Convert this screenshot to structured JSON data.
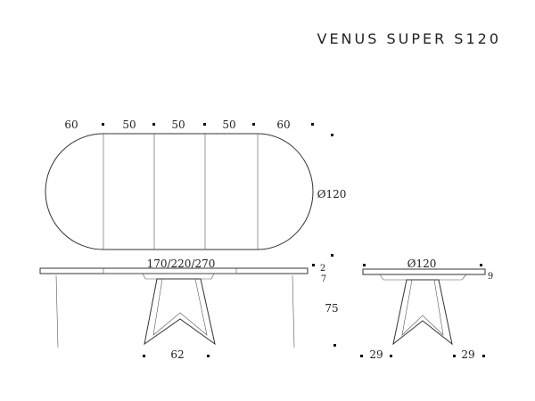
{
  "title": "VENUS SUPER S120",
  "top_view": {
    "segments": [
      "60",
      "50",
      "50",
      "50",
      "60"
    ],
    "diameter": "Ø120"
  },
  "side_view": {
    "length": "170/220/270",
    "top_thickness": "2",
    "apron_height": "7",
    "height": "75",
    "base_width": "62"
  },
  "end_view": {
    "diameter": "Ø120",
    "apron": "9",
    "foot_left": "29",
    "foot_right": "29"
  }
}
